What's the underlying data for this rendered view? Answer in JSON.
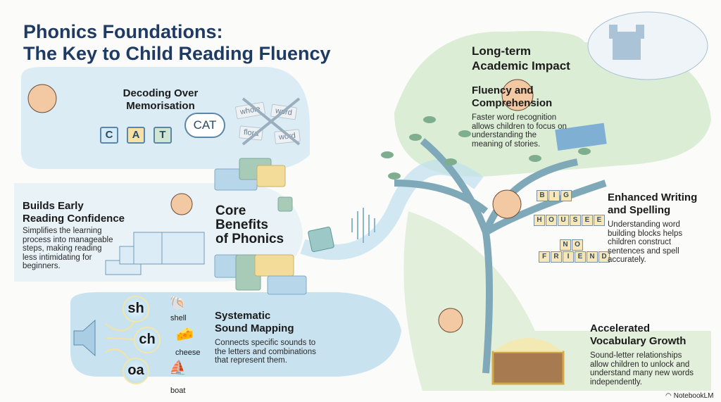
{
  "title": {
    "line1": "Phonics Foundations:",
    "line2": "The Key to Child Reading Fluency"
  },
  "center": {
    "heading_line1": "Core",
    "heading_line2": "Benefits",
    "heading_line3": "of Phonics"
  },
  "decoding": {
    "heading_line1": "Decoding Over",
    "heading_line2": "Memorisation",
    "blocks": [
      "C",
      "A",
      "T"
    ],
    "bubble": "CAT",
    "crossed_cards": [
      "whole",
      "word",
      "flora",
      "word"
    ]
  },
  "confidence": {
    "heading_line1": "Builds Early",
    "heading_line2": "Reading Confidence",
    "description": "Simplifies the learning process into manageable steps, making reading less intimidating for beginners."
  },
  "sound_mapping": {
    "heading_line1": "Systematic",
    "heading_line2": "Sound Mapping",
    "description": "Connects specific sounds to the letters and combinations that represent them.",
    "pairs": [
      {
        "sound": "sh",
        "word": "shell"
      },
      {
        "sound": "ch",
        "word": "cheese"
      },
      {
        "sound": "oa",
        "word": "boat"
      }
    ]
  },
  "impact": {
    "heading_line1": "Long-term",
    "heading_line2": "Academic Impact"
  },
  "fluency": {
    "heading_line1": "Fluency and",
    "heading_line2": "Comprehension",
    "description": "Faster word recognition allows children to focus on understanding the meaning of stories."
  },
  "writing": {
    "heading_line1": "Enhanced Writing",
    "heading_line2": "and Spelling",
    "description": "Understanding word building blocks helps children construct sentences and spell accurately.",
    "blocks": {
      "row1": [
        "B",
        "I",
        "G"
      ],
      "row2": [
        "H",
        "O",
        "U",
        "S",
        "E",
        "E"
      ],
      "row3": [
        "N",
        "O"
      ],
      "row4": [
        "F",
        "R",
        "I",
        "E",
        "N",
        "D"
      ]
    }
  },
  "vocabulary": {
    "heading_line1": "Accelerated",
    "heading_line2": "Vocabulary Growth",
    "description": "Sound-letter relationships allow children to unlock and understand many new words independently."
  },
  "footer": {
    "brand": "NotebookLM"
  },
  "colors": {
    "title": "#1f3b63",
    "blue_band": "#c9e2f0",
    "green_band": "#d9ead2"
  }
}
